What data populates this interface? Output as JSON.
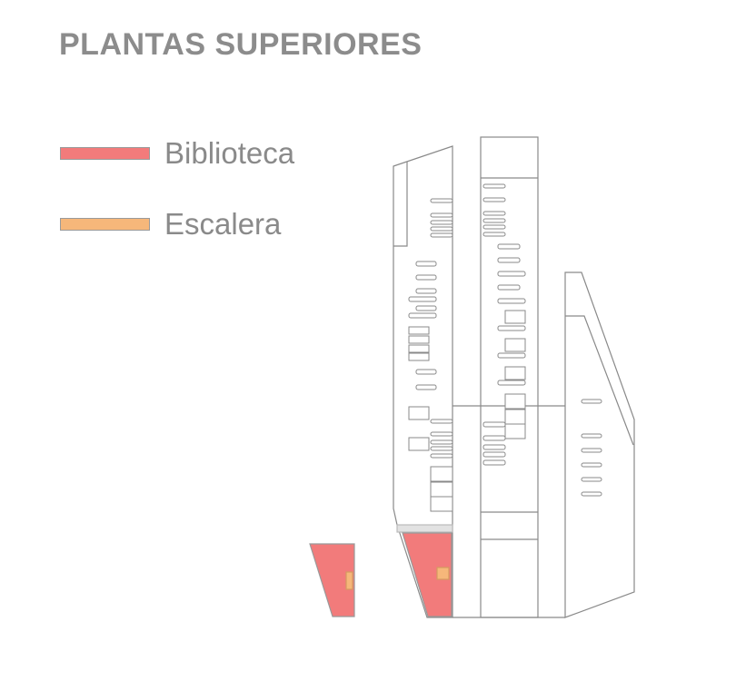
{
  "title": "PLANTAS SUPERIORES",
  "legend": [
    {
      "label": "Biblioteca",
      "color": "#f27b7b"
    },
    {
      "label": "Escalera",
      "color": "#f6b77a"
    }
  ],
  "colors": {
    "outline": "#8a8a8a",
    "background": "#ffffff"
  }
}
